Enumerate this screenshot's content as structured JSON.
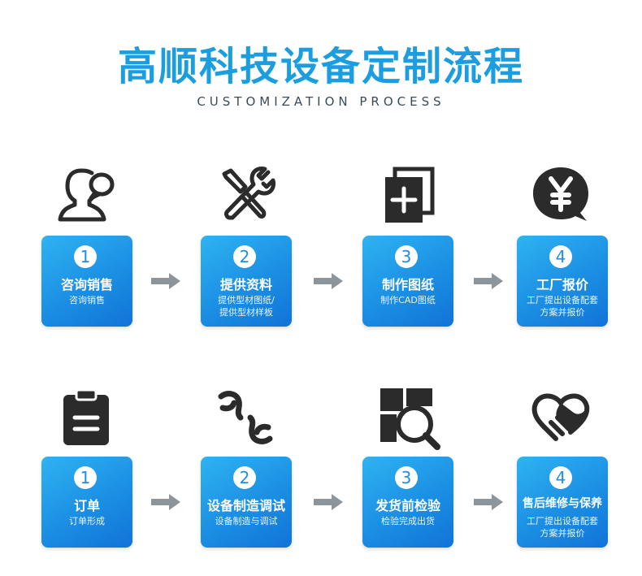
{
  "header": {
    "title": "高顺科技设备定制流程",
    "subtitle": "CUSTOMIZATION PROCESS"
  },
  "rows": [
    {
      "steps": [
        {
          "number": "1",
          "label": "咨询销售",
          "desc": [
            "咨询销售"
          ],
          "icon": "user-chat-icon"
        },
        {
          "number": "2",
          "label": "提供资料",
          "desc": [
            "提供型材图纸/",
            "提供型材样板"
          ],
          "icon": "wrench-screwdriver-icon"
        },
        {
          "number": "3",
          "label": "制作图纸",
          "desc": [
            "制作CAD图纸"
          ],
          "icon": "document-plus-icon"
        },
        {
          "number": "4",
          "label": "工厂报价",
          "desc": [
            "工厂提出设备配套",
            "方案并报价"
          ],
          "icon": "yen-bubble-icon"
        }
      ]
    },
    {
      "steps": [
        {
          "number": "1",
          "label": "订单",
          "desc": [
            "订单形成"
          ],
          "icon": "clipboard-icon"
        },
        {
          "number": "2",
          "label": "设备制造调试",
          "desc": [
            "设备制造与调试"
          ],
          "icon": "double-wrench-icon"
        },
        {
          "number": "3",
          "label": "发货前检验",
          "desc": [
            "检验完成出货"
          ],
          "icon": "inspection-magnifier-icon"
        },
        {
          "number": "4",
          "label": "售后维修与保养",
          "desc": [
            "工厂提出设备配套",
            "方案并报价"
          ],
          "icon": "handshake-heart-icon"
        }
      ]
    }
  ],
  "colors": {
    "title": "#1a9ee0",
    "card_top": "#2fb3f2",
    "card_bottom": "#1173d8",
    "icon": "#2b2b2b",
    "arrow": "#8c959c"
  }
}
